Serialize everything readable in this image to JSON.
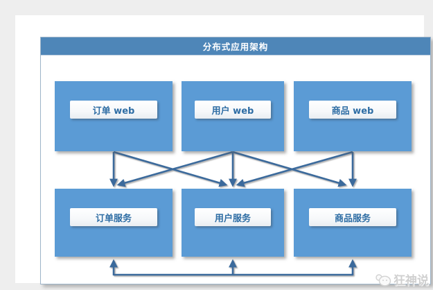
{
  "background_color": "#eeeeee",
  "diagram": {
    "title": "分布式应用架构",
    "colors": {
      "header": "#4e86b8",
      "node_fill": "#5b9bd5",
      "arrow": "#3a6b9c",
      "label_text": "#2e6da4",
      "panel_border": "#9db4c9"
    },
    "nodes": {
      "top_row": [
        {
          "id": "order-web",
          "label": "订单 web"
        },
        {
          "id": "user-web",
          "label": "用户 web"
        },
        {
          "id": "product-web",
          "label": "商品 web"
        }
      ],
      "bottom_row": [
        {
          "id": "order-service",
          "label": "订单服务"
        },
        {
          "id": "user-service",
          "label": "用户服务"
        },
        {
          "id": "product-service",
          "label": "商品服务"
        }
      ]
    },
    "edges": [
      {
        "from": "order-web",
        "to": "order-service",
        "type": "arrow"
      },
      {
        "from": "order-web",
        "to": "user-service",
        "type": "arrow"
      },
      {
        "from": "user-web",
        "to": "order-service",
        "type": "arrow"
      },
      {
        "from": "user-web",
        "to": "user-service",
        "type": "arrow"
      },
      {
        "from": "user-web",
        "to": "product-service",
        "type": "arrow"
      },
      {
        "from": "product-web",
        "to": "user-service",
        "type": "arrow"
      },
      {
        "from": "product-web",
        "to": "product-service",
        "type": "arrow"
      },
      {
        "from": "order-service",
        "to": "user-service",
        "type": "double-arrow-elbow"
      },
      {
        "from": "user-service",
        "to": "product-service",
        "type": "double-arrow-elbow"
      }
    ]
  },
  "watermark": {
    "text": "狂神说"
  }
}
